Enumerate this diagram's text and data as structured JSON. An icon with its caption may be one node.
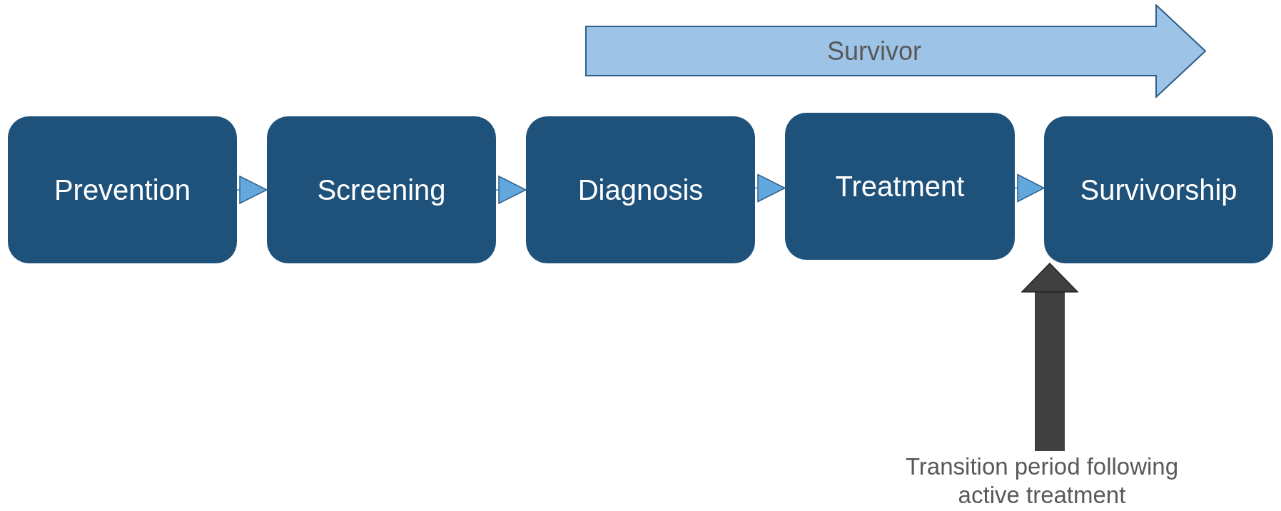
{
  "diagram": {
    "nodes": [
      {
        "text": [
          "Prevention"
        ]
      },
      {
        "text": [
          "Screening"
        ]
      },
      {
        "text": [
          "Diagnosis"
        ]
      },
      {
        "text": [
          "Treatment"
        ]
      },
      {
        "text": [
          "Survivorship"
        ]
      },
      {
        "text": [
          "Survivor"
        ]
      },
      {
        "text": [
          "Transition period following active treatment"
        ]
      }
    ],
    "edges": [
      {
        "from": 0,
        "to": 1,
        "arrow": "to"
      },
      {
        "from": 1,
        "to": 2,
        "arrow": "to"
      },
      {
        "from": 2,
        "to": 3,
        "arrow": "to"
      },
      {
        "from": 3,
        "to": 4,
        "arrow": "to"
      },
      {
        "from": 6,
        "to": 4,
        "arrow": "to",
        "style": "thick",
        "color": "#404040"
      }
    ]
  }
}
